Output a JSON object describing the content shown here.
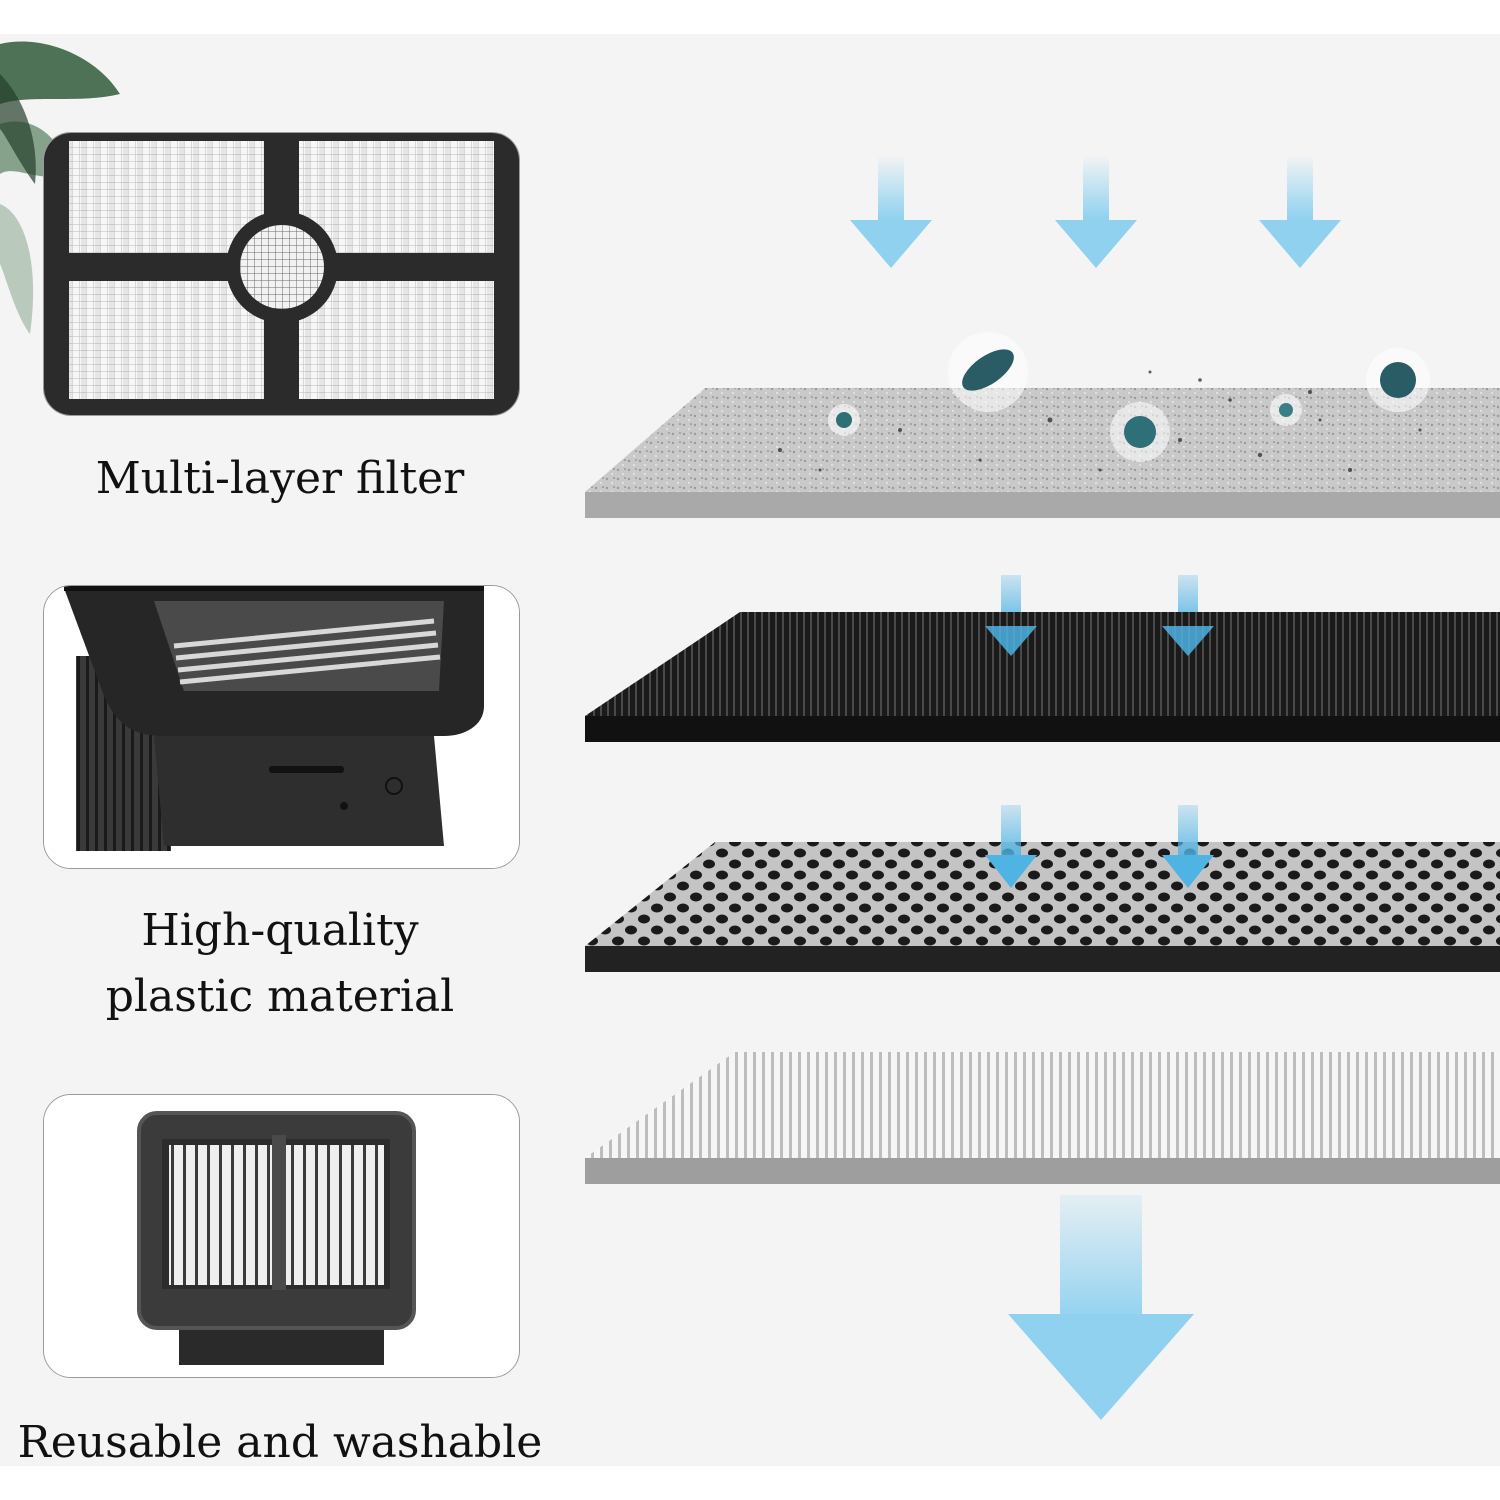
{
  "features": [
    {
      "label": "Multi-layer filter",
      "icon": "filter-grid-image"
    },
    {
      "label": "High-quality\nplastic material",
      "icon": "filter-housing-image"
    },
    {
      "label": "Reusable and washable",
      "icon": "filter-box-image"
    }
  ],
  "diagram": {
    "layers": [
      {
        "id": "pre-filter-foam",
        "icon": "foam-layer"
      },
      {
        "id": "carbon-mesh",
        "icon": "black-mesh-layer"
      },
      {
        "id": "carbon-honeycomb",
        "icon": "honeycomb-layer"
      },
      {
        "id": "hepa-pleats",
        "icon": "pleated-layer"
      }
    ],
    "flow_icon": "airflow-arrow-icon",
    "particle_icon": "dust-particle-icon"
  },
  "colors": {
    "background": "#f4f4f4",
    "arrow": "#8fd1ef",
    "card_border": "#9a9a9a",
    "text": "#111111"
  }
}
